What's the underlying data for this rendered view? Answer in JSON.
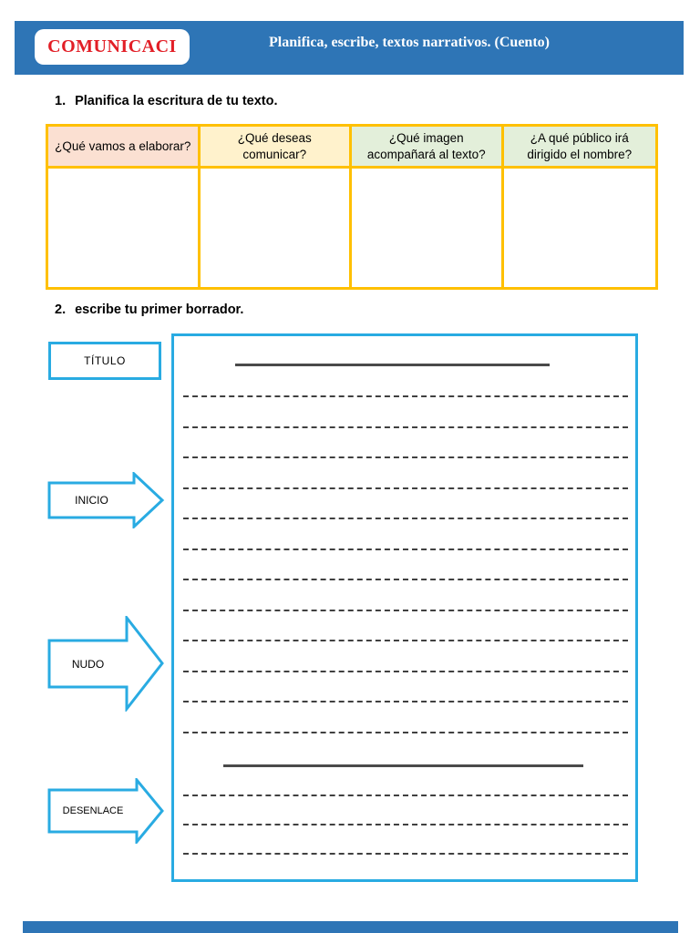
{
  "colors": {
    "header_blue": "#2E75B6",
    "accent_blue": "#29ABE2",
    "badge_red": "#E21E26",
    "table_border": "#FFC000",
    "line_dark": "#404040"
  },
  "header": {
    "badge": "COMUNICACI",
    "title": "Planifica, escribe, textos narrativos. (Cuento)"
  },
  "sections": {
    "step1": {
      "number": "1.",
      "text": "Planifica la escritura de tu texto."
    },
    "step2": {
      "number": "2.",
      "text": "escribe tu primer borrador."
    }
  },
  "planner_table": {
    "columns": [
      {
        "label": "¿Qué vamos a elaborar?",
        "bg": "#FBE0D2"
      },
      {
        "label": "¿Qué deseas comunicar?",
        "bg": "#FFF2CC"
      },
      {
        "label": "¿Qué imagen acompañará al texto?",
        "bg": "#E3EFDA"
      },
      {
        "label": "¿A qué público irá dirigido el nombre?",
        "bg": "#E3EFDA"
      }
    ]
  },
  "draft": {
    "labels": {
      "title": "TÍTULO",
      "inicio": "INICIO",
      "nudo": "NUDO",
      "desenlace": "DESENLACE"
    },
    "lines": {
      "dashed_before_ending": 12,
      "dashed_after_ending": 3
    }
  }
}
